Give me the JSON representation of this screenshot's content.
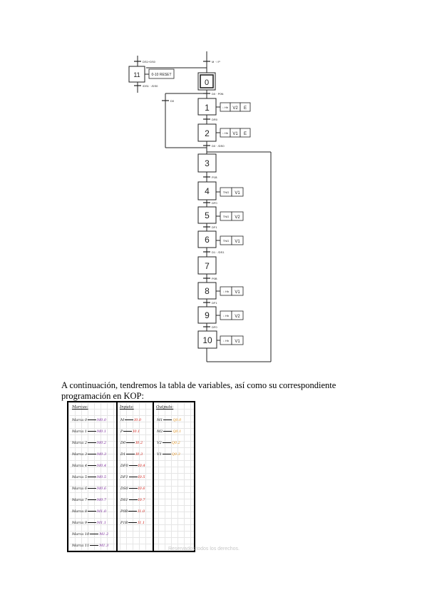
{
  "grafcet": {
    "steps": {
      "s0": "0",
      "s1": "1",
      "s2": "2",
      "s3": "3",
      "s4": "4",
      "s5": "5",
      "s6": "6",
      "s7": "7",
      "s8": "8",
      "s9": "9",
      "s10": "10",
      "s11": "11"
    },
    "actions": {
      "a11": "0-10 RESET",
      "a1_q": "↓ Hh",
      "a1_v": "V2",
      "a1_e": "E",
      "a2_q": "↓ Hh",
      "a2_v": "V1",
      "a2_e": "E",
      "a4_q": "TNG",
      "a4_v": "V1",
      "a5_q": "TNG",
      "a5_v": "V2",
      "a6_q": "TNG",
      "a6_v": "V1",
      "a8_q": "↓ Hh",
      "a8_v": "V1",
      "a9_q": "↓ Hh",
      "a9_v": "V2",
      "a10_q": "↓ Hh",
      "a10_v": "V1"
    },
    "transitions": {
      "t_top": "M · / P",
      "t_11_in": "DS1+DS0",
      "t_11_out": "/DS1 · /DS0",
      "t_0_1": "D0 · P0N",
      "t_0_2": "D0",
      "t_1_2": "DR0",
      "t_2_3": "D0 · /DS0",
      "t_3_4": "P1B",
      "t_4_5": "DF0",
      "t_5_6": "DF1",
      "t_6_7": "D1 · /DS1",
      "t_7_8": "P0B",
      "t_8_9": "DF1",
      "t_9_10": "DF0"
    }
  },
  "paragraph": "A continuación, tendremos la tabla de variables, así como su correspondiente programación en KOP:",
  "variables": {
    "headers": {
      "marcas": "Marcas:",
      "inputs": "Inputs:",
      "outputs": "Outputs:"
    },
    "marcas": [
      {
        "name": "Marca 0",
        "addr": "M0.0"
      },
      {
        "name": "Marca 1",
        "addr": "M0.1"
      },
      {
        "name": "Marca 2",
        "addr": "M0.2"
      },
      {
        "name": "Marca 3",
        "addr": "M0.3"
      },
      {
        "name": "Marca 4",
        "addr": "M0.4"
      },
      {
        "name": "Marca 5",
        "addr": "M0.5"
      },
      {
        "name": "Marca 6",
        "addr": "M0.6"
      },
      {
        "name": "Marca 7",
        "addr": "M0.7"
      },
      {
        "name": "Marca 8",
        "addr": "M1.0"
      },
      {
        "name": "Marca 9",
        "addr": "M1.1"
      },
      {
        "name": "Marca 10",
        "addr": "M1.2"
      },
      {
        "name": "Marca 11",
        "addr": "M1.3"
      }
    ],
    "inputs": [
      {
        "name": "M",
        "addr": "I0.0"
      },
      {
        "name": "P",
        "addr": "I0.1"
      },
      {
        "name": "D0",
        "addr": "I0.2"
      },
      {
        "name": "D1",
        "addr": "I0.3"
      },
      {
        "name": "DF0",
        "addr": "I0.4"
      },
      {
        "name": "DF1",
        "addr": "I0.5"
      },
      {
        "name": "DS0",
        "addr": "I0.6"
      },
      {
        "name": "DS1",
        "addr": "I0.7"
      },
      {
        "name": "P0B",
        "addr": "I1.0"
      },
      {
        "name": "P1B",
        "addr": "I1.1"
      }
    ],
    "outputs": [
      {
        "name": "M1",
        "addr": "Q0.0"
      },
      {
        "name": "M2",
        "addr": "Q0.1"
      },
      {
        "name": "V2",
        "addr": "Q0.2"
      },
      {
        "name": "V1",
        "addr": "Q0.3"
      }
    ]
  },
  "watermark": "Reservados todos los derechos.",
  "colors": {
    "marcas_addr": "#7a2a9a",
    "inputs_addr": "#d0221a",
    "outputs_addr": "#e0962a"
  }
}
